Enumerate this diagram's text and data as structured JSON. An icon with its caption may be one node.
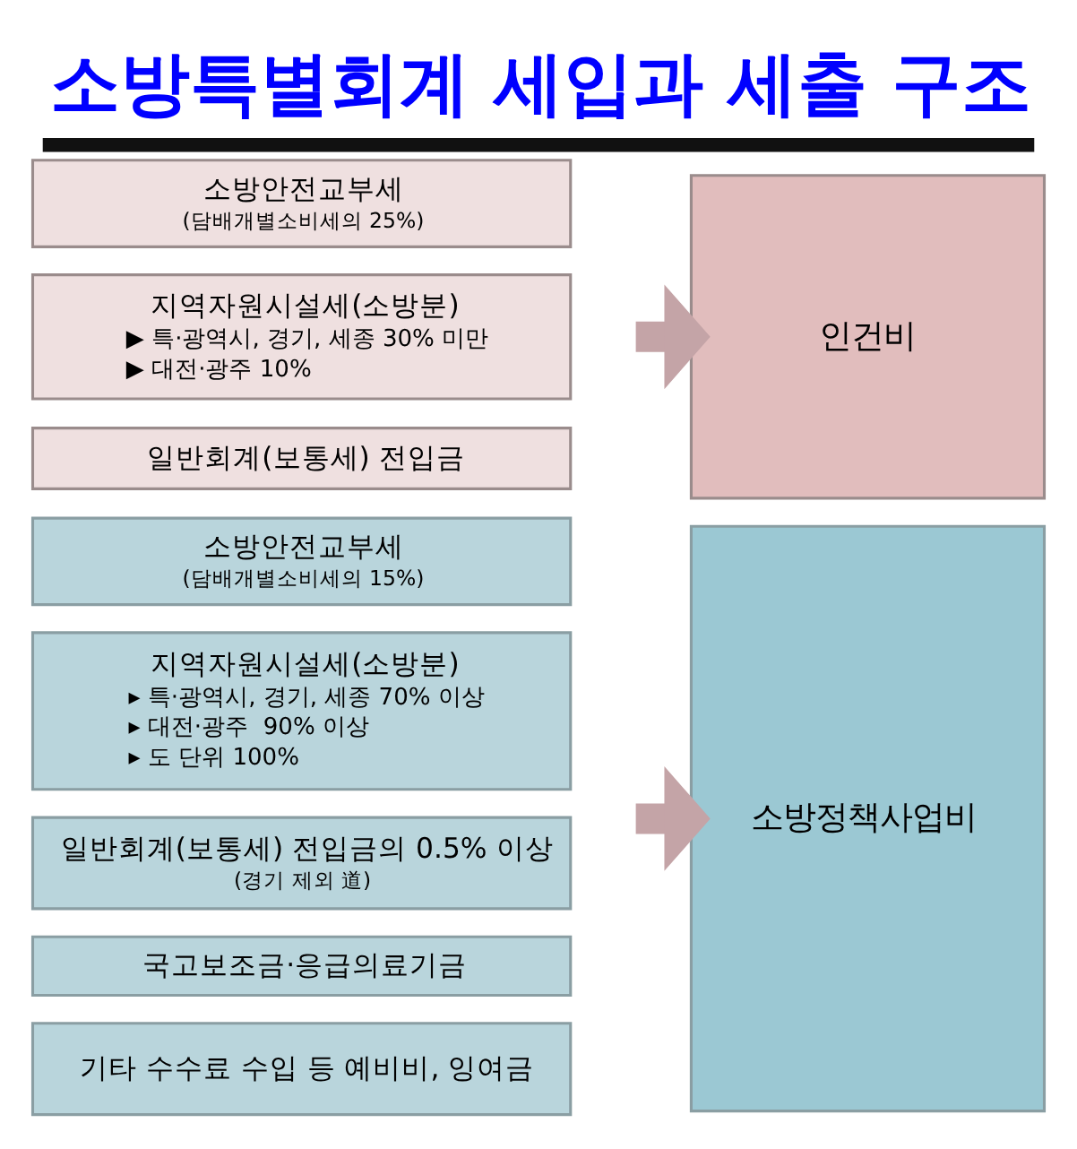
{
  "diagram": {
    "title": "소방특별회계 세입과 세출 구조",
    "nodes": [
      {
        "text": [
          "소방안전교부세",
          "(담배개별소비세의 25%)"
        ]
      },
      {
        "text": [
          "지역자원시설세(소방분)",
          "▶ 특·광역시, 경기, 세종 30% 미만",
          "▶ 대전·광주 10%"
        ]
      },
      {
        "text": [
          "일반회계(보통세) 전입금"
        ]
      },
      {
        "text": [
          "인건비"
        ]
      },
      {
        "text": [
          "소방안전교부세",
          "(담배개별소비세의 15%)"
        ]
      },
      {
        "text": [
          "지역자원시설세(소방분)",
          "▸ 특·광역시, 경기, 세종 70% 이상",
          "▸ 대전·광주  90% 이상",
          "▸ 도 단위 100%"
        ]
      },
      {
        "text": [
          "일반회계(보통세) 전입금의 0.5% 이상",
          "(경기 제외 道)"
        ]
      },
      {
        "text": [
          "국고보조금·응급의료기금"
        ]
      },
      {
        "text": [
          "기타 수수료 수입 등 예비비, 잉여금"
        ]
      },
      {
        "text": [
          "소방정책사업비"
        ]
      }
    ],
    "edges": [
      {
        "from": null,
        "to": 3,
        "arrow": "to"
      },
      {
        "from": null,
        "to": 9,
        "arrow": "to"
      }
    ]
  }
}
